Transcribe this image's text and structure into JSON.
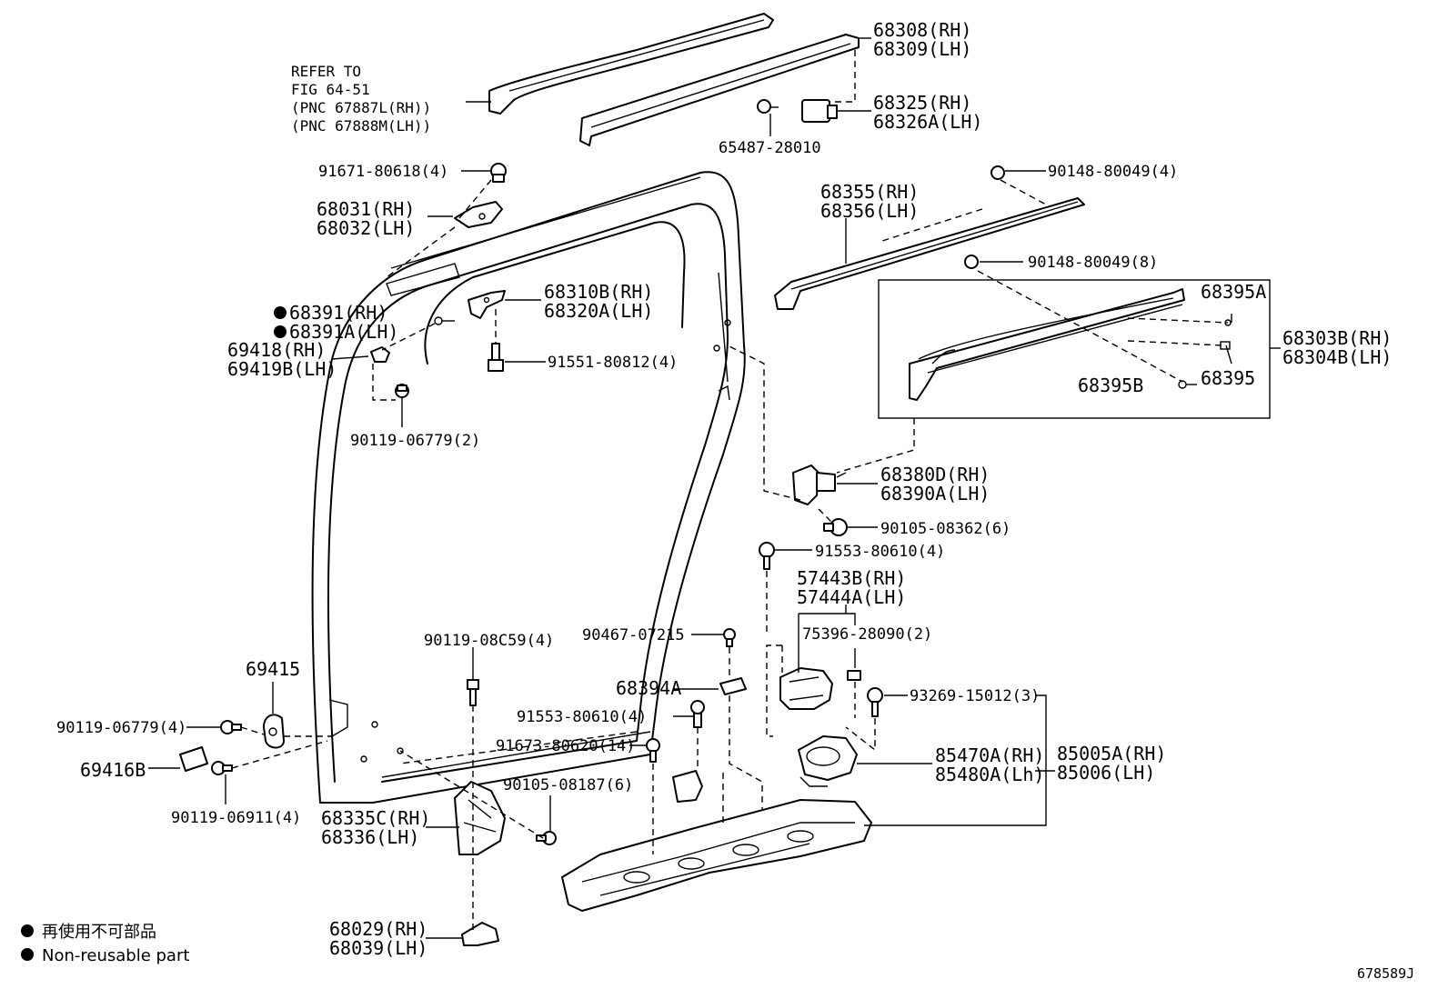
{
  "labels": {
    "refer_1": "REFER TO",
    "refer_2": "FIG 64-51",
    "refer_3": "(PNC 67887L(RH))",
    "refer_4": "(PNC 67888M(LH))",
    "p68308": "68308(RH)",
    "p68309": "68309(LH)",
    "p68325": "68325(RH)",
    "p68326a": "68326A(LH)",
    "p65487": "65487-28010",
    "p91671": "91671-80618(4)",
    "p68031": "68031(RH)",
    "p68032": "68032(LH)",
    "p90148a": "90148-80049(4)",
    "p68355": "68355(RH)",
    "p68356": "68356(LH)",
    "p90148b": "90148-80049(8)",
    "p68395a": "68395A",
    "p68303b": "68303B(RH)",
    "p68304b": "68304B(LH)",
    "p68395": "68395",
    "p68395b": "68395B",
    "p68310b": "68310B(RH)",
    "p68320a": "68320A(LH)",
    "p68391": "68391(RH)",
    "p68391a": "68391A(LH)",
    "p69418": "69418(RH)",
    "p69419b": "69419B(LH)",
    "p91551": "91551-80812(4)",
    "p90119a": "90119-06779(2)",
    "p68380d": "68380D(RH)",
    "p68390a": "68390A(LH)",
    "p90105a": "90105-08362(6)",
    "p91553a": "91553-80610(4)",
    "p57443b": "57443B(RH)",
    "p57444a": "57444A(LH)",
    "p75396": "75396-28090(2)",
    "p90467": "90467-07215",
    "p90119b": "90119-08C59(4)",
    "p69415": "69415",
    "p68394a": "68394A",
    "p93269": "93269-15012(3)",
    "p91553b": "91553-80610(4)",
    "p90119c": "90119-06779(4)",
    "p91673": "91673-80620(14)",
    "p85470a": "85470A(RH)",
    "p85480a": "85480A(Lh)",
    "p85005a": "85005A(RH)",
    "p85006": "85006(LH)",
    "p69416b": "69416B",
    "p90105b": "90105-08187(6)",
    "p90119d": "90119-06911(4)",
    "p68335c": "68335C(RH)",
    "p68336": "68336(LH)",
    "p68029": "68029(RH)",
    "p68039": "68039(LH)"
  },
  "legend": {
    "jp": "再使用不可部品",
    "en": "Non-reusable part"
  },
  "figure_code": "678589J"
}
